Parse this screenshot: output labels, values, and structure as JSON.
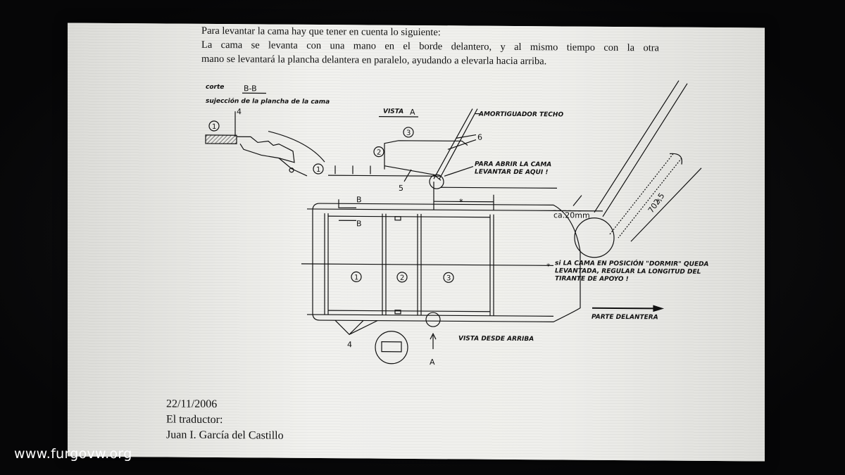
{
  "document": {
    "intro_line_1": "Para levantar la cama hay que tener en cuenta lo siguiente:",
    "intro_line_2": "La cama se levanta con una mano en el borde delantero, y al mismo tiempo con la otra",
    "intro_line_3": "mano se levantará la plancha delantera en paralelo, ayudando a elevarla hacia arriba."
  },
  "diagram": {
    "section_label": "corte",
    "section_name": "B-B",
    "section_caption": "sujección de la plancha de la cama",
    "view_label": "VISTA",
    "view_letter": "A",
    "shock_label": "AMORTIGUADOR TECHO",
    "open_label_1": "PARA ABRIR LA CAMA",
    "open_label_2": "LEVANTAR DE AQUI !",
    "note_line_1": "si LA CAMA EN POSICIÓN \"DORMIR\" QUEDA",
    "note_line_2": "LEVANTADA, REGULAR LA LONGITUD DEL",
    "note_line_3": "TIRANTE DE APOYO !",
    "front_label": "PARTE DELANTERA",
    "top_view_label": "VISTA DESDE ARRIBA",
    "dimension_label": "ca.20mm",
    "length_label": "702,5",
    "section_marker": "B",
    "view_marker": "A",
    "star": "*",
    "num_1": "1",
    "num_2": "2",
    "num_3": "3",
    "num_4": "4",
    "num_5": "5",
    "num_6": "6"
  },
  "footer": {
    "date": "22/11/2006",
    "translator_label": "El traductor:",
    "translator_name": "Juan I. García del Castillo"
  },
  "watermark": "www.furgovw.org"
}
